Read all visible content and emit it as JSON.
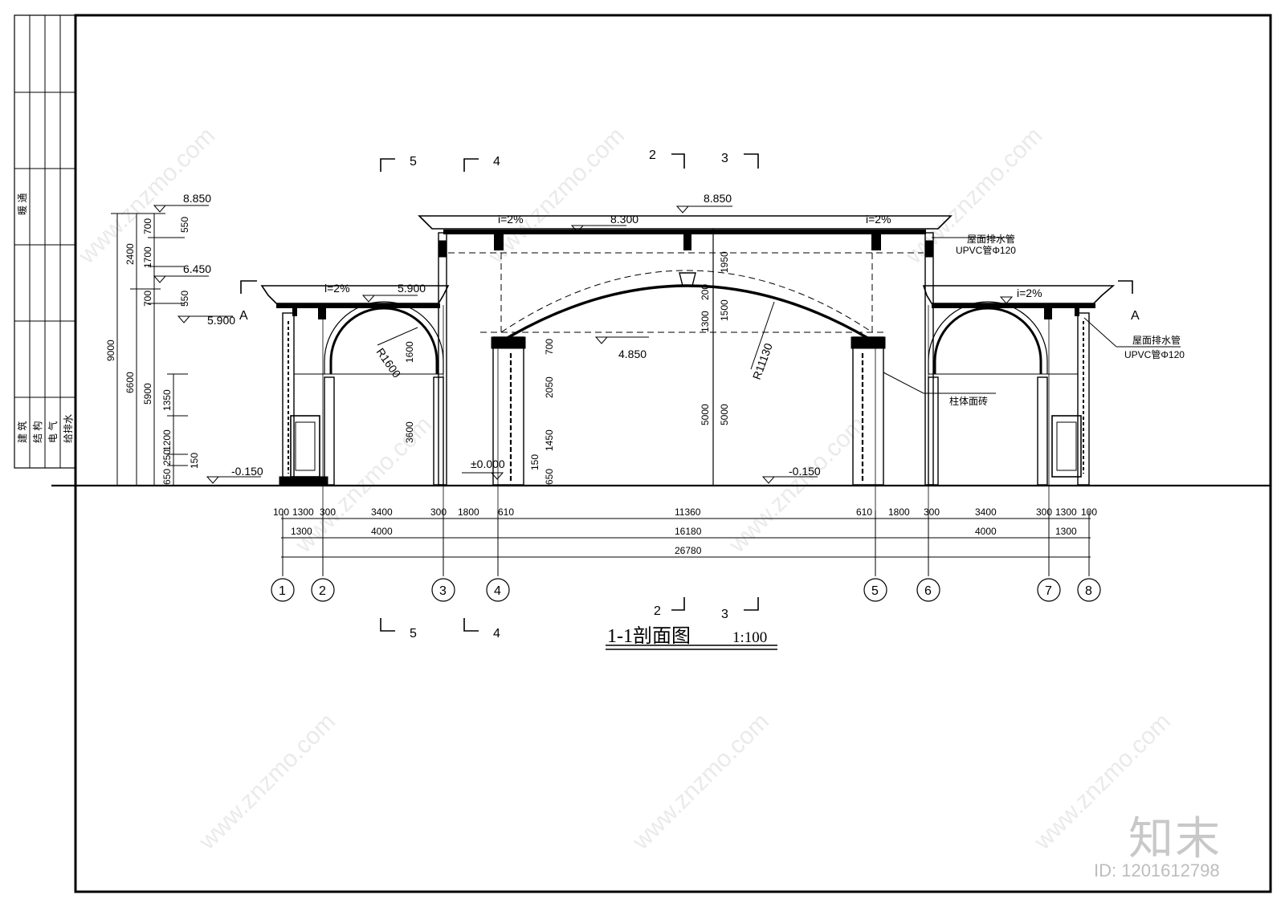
{
  "title": {
    "name": "1-1剖面图",
    "scale": "1:100"
  },
  "title_block": [
    "建 筑",
    "结 构",
    "电 气",
    "给排水",
    "暖 通"
  ],
  "elevations": {
    "top": "8.850",
    "mid": "8.300",
    "left_roof": "5.900",
    "left_roof_side": "5.900",
    "ledge": "6.450",
    "arch_spring": "4.850",
    "zero": "±0.000",
    "ground_left": "-0.150",
    "ground_right": "-0.150",
    "left_top": "8.850"
  },
  "slope_label": "i=2%",
  "pipe_label": "屋面排水管",
  "pipe_spec": "UPVC管Φ120",
  "column_label": "柱体面砖",
  "radius_large": "R11130",
  "radius_small": "R1600",
  "section_a": "A",
  "cut_marks": [
    "5",
    "4",
    "2",
    "3"
  ],
  "left_dims": {
    "total": "9000",
    "outer": [
      "6600",
      "2400"
    ],
    "mid": [
      "5900",
      "1700",
      "700"
    ],
    "inner": [
      "650",
      "250",
      "1200",
      "1350",
      "700",
      "550",
      "550",
      "150"
    ]
  },
  "vertical_dims": [
    "1600",
    "3600",
    "700",
    "2050",
    "1450",
    "150",
    "650",
    "1300",
    "200",
    "1500",
    "1950",
    "5000",
    "5000"
  ],
  "dims_row1": [
    "100",
    "1300",
    "300",
    "3400",
    "300",
    "1800",
    "610",
    "11360",
    "610",
    "1800",
    "300",
    "3400",
    "300",
    "1300",
    "100"
  ],
  "dims_row2": [
    "1300",
    "4000",
    "16180",
    "4000",
    "1300"
  ],
  "dims_row3": [
    "26780"
  ],
  "axes": [
    "1",
    "2",
    "3",
    "4",
    "5",
    "6",
    "7",
    "8"
  ],
  "watermark": "www.znzmo.com",
  "brand": "知末",
  "image_id": "ID: 1201612798"
}
